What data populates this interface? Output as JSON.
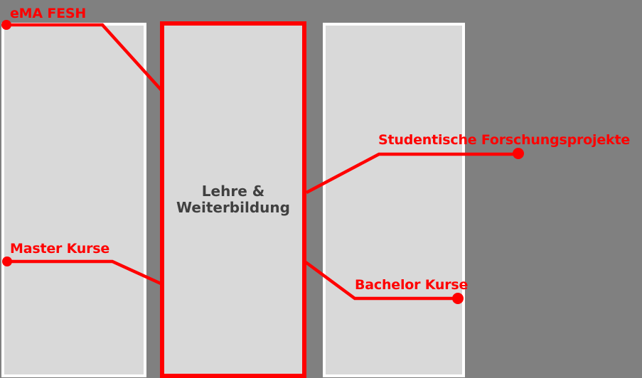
{
  "diagram": {
    "center_panel": {
      "title": "Lehre &\nWeiterbildung"
    },
    "callouts": [
      {
        "id": "ema-fesh",
        "label": "eMA FESH"
      },
      {
        "id": "studentische-forschungsprojekte",
        "label": "Studentische Forschungsprojekte"
      },
      {
        "id": "master-kurse",
        "label": "Master Kurse"
      },
      {
        "id": "bachelor-kurse",
        "label": "Bachelor Kurse"
      }
    ],
    "colors": {
      "background": "#808080",
      "panel_fill": "#D9D9D9",
      "panel_border": "#FFFFFF",
      "accent_red": "#FF0000",
      "title_text": "#404040"
    }
  }
}
